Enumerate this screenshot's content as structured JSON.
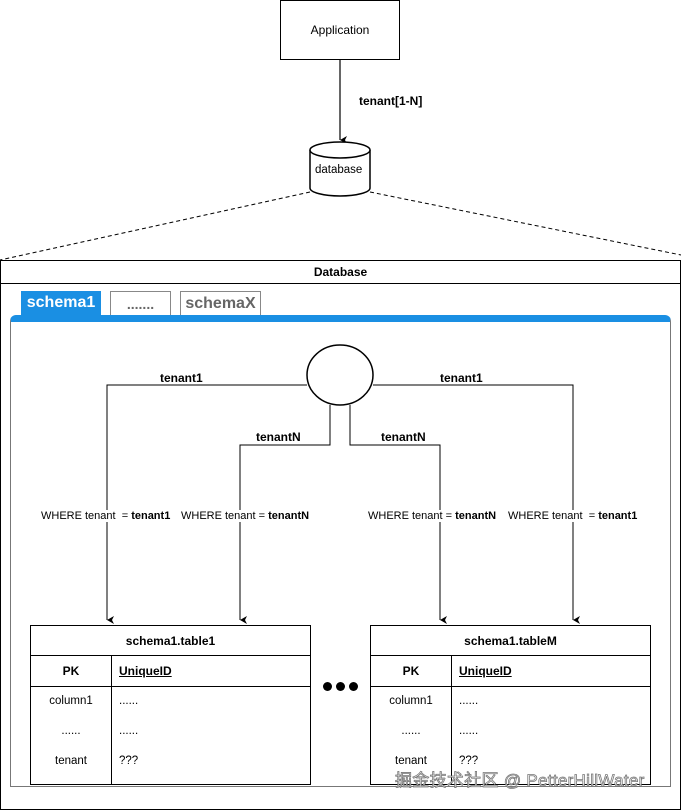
{
  "top": {
    "application_label": "Application",
    "arrow_label": "tenant[1-N]",
    "database_label": "database"
  },
  "container": {
    "title": "Database",
    "tabs": [
      {
        "label": "schema1",
        "active": true
      },
      {
        "label": ".......",
        "active": false
      },
      {
        "label": "schemaX",
        "active": false
      }
    ],
    "accent_color": "#1a8fe3"
  },
  "routes": {
    "left_outer": {
      "edge_label": "tenant1",
      "where_prefix": "WHERE tenant  = ",
      "where_value": "tenant1"
    },
    "left_inner": {
      "edge_label": "tenantN",
      "where_prefix": "WHERE tenant = ",
      "where_value": "tenantN"
    },
    "right_inner": {
      "edge_label": "tenantN",
      "where_prefix": "WHERE tenant = ",
      "where_value": "tenantN"
    },
    "right_outer": {
      "edge_label": "tenant1",
      "where_prefix": "WHERE tenant  = ",
      "where_value": "tenant1"
    }
  },
  "tables": [
    {
      "title": "schema1.table1",
      "pk_label": "PK",
      "pk_column": "UniqueID",
      "rows": [
        {
          "left": "column1",
          "right": "......"
        },
        {
          "left": "......",
          "right": "......"
        },
        {
          "left": "tenant",
          "right": "???"
        }
      ]
    },
    {
      "title": "schema1.tableM",
      "pk_label": "PK",
      "pk_column": "UniqueID",
      "rows": [
        {
          "left": "column1",
          "right": "......"
        },
        {
          "left": "......",
          "right": "......"
        },
        {
          "left": "tenant",
          "right": "???"
        }
      ]
    }
  ],
  "watermark": "掘金技术社区 @ PetterHillWater"
}
